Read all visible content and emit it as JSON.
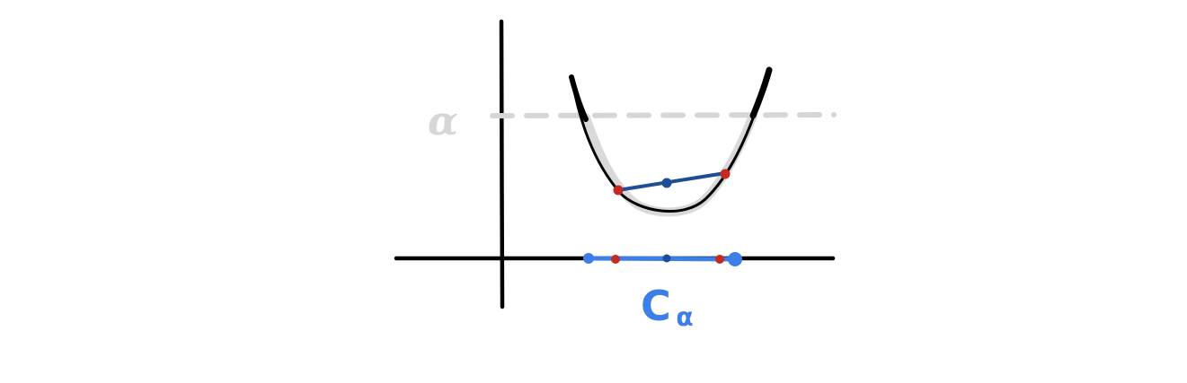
{
  "diagram": {
    "alpha_label": "α",
    "set_label_main": "C",
    "set_label_sub": "α"
  },
  "colors": {
    "axes": "#000000",
    "curve": "#000000",
    "curve_highlight": "#d9d9d9",
    "level_line": "#d6d6d6",
    "chord": "#1f4e96",
    "sublevel_set": "#3d7fe8",
    "endpoint_red": "#c42a22"
  }
}
